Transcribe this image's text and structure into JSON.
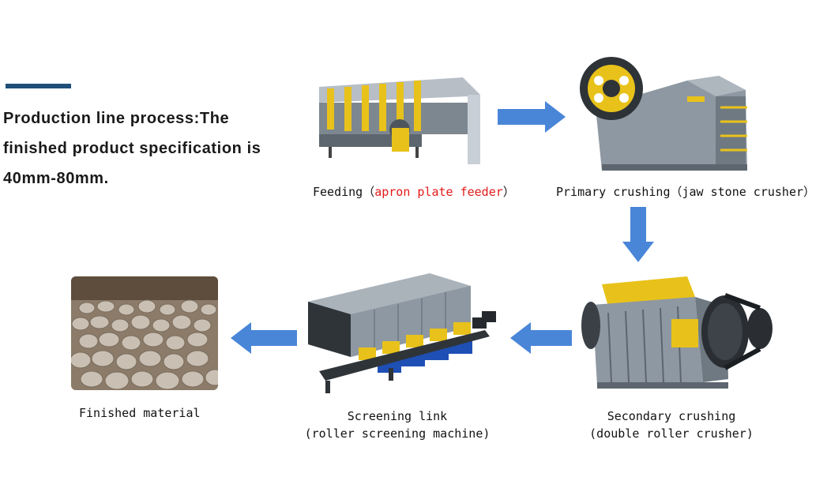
{
  "intro": {
    "line1": "Production line process:The",
    "line2": "finished product specification is",
    "line3": "40mm-80mm."
  },
  "steps": {
    "feeding": {
      "prefix": "Feeding（",
      "highlight": "apron plate feeder",
      "suffix": "）",
      "image_icon": "apron-plate-feeder-icon"
    },
    "primary": {
      "label": "Primary crushing（jaw stone crusher）",
      "image_icon": "jaw-crusher-icon"
    },
    "secondary": {
      "line1": "Secondary crushing",
      "line2": "(double roller crusher)",
      "image_icon": "double-roller-crusher-icon"
    },
    "screening": {
      "line1": "Screening link",
      "line2": "(roller screening machine)",
      "image_icon": "roller-screen-icon"
    },
    "finished": {
      "label": "Finished material",
      "image_icon": "crushed-stone-icon"
    }
  },
  "colors": {
    "accent_bar": "#1f4e79",
    "arrow": "#4a86d8",
    "highlight_text": "#e41a1a",
    "machine_gray": "#9aa3ad",
    "machine_yellow": "#e8c21a"
  }
}
